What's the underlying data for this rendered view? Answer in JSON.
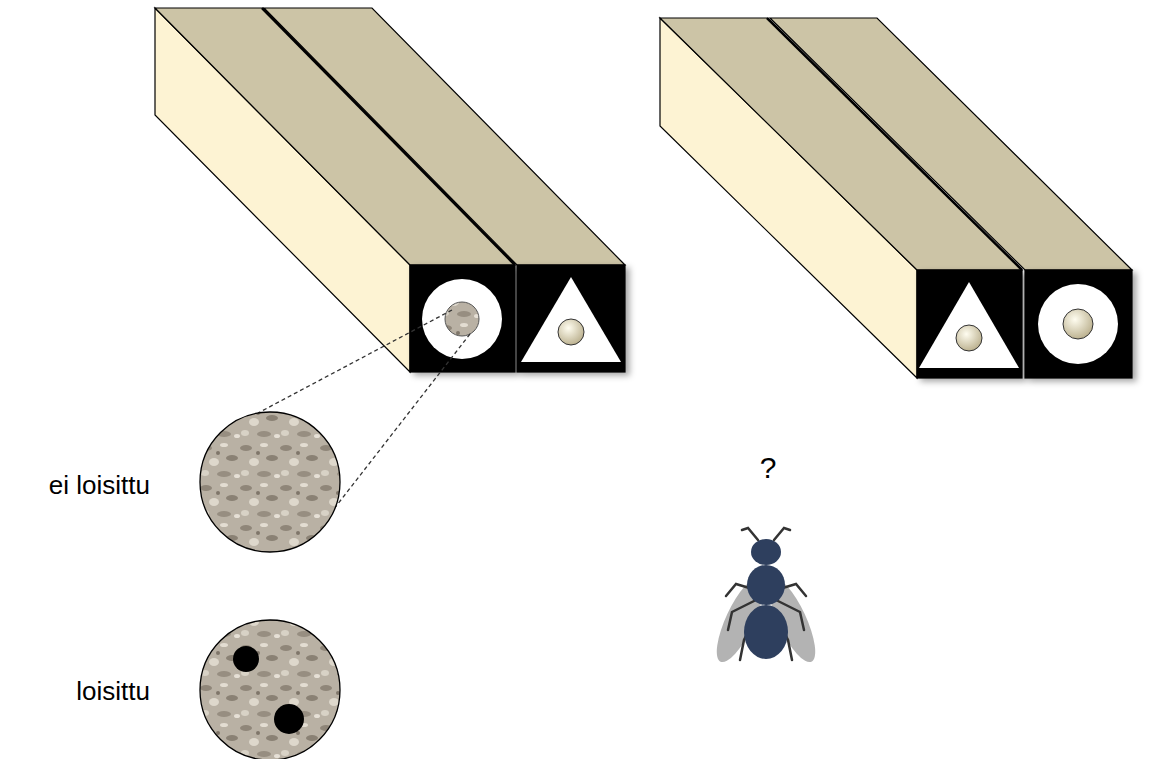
{
  "diagram": {
    "labels": [
      "ei loisittu",
      "loisittu",
      "?"
    ]
  }
}
